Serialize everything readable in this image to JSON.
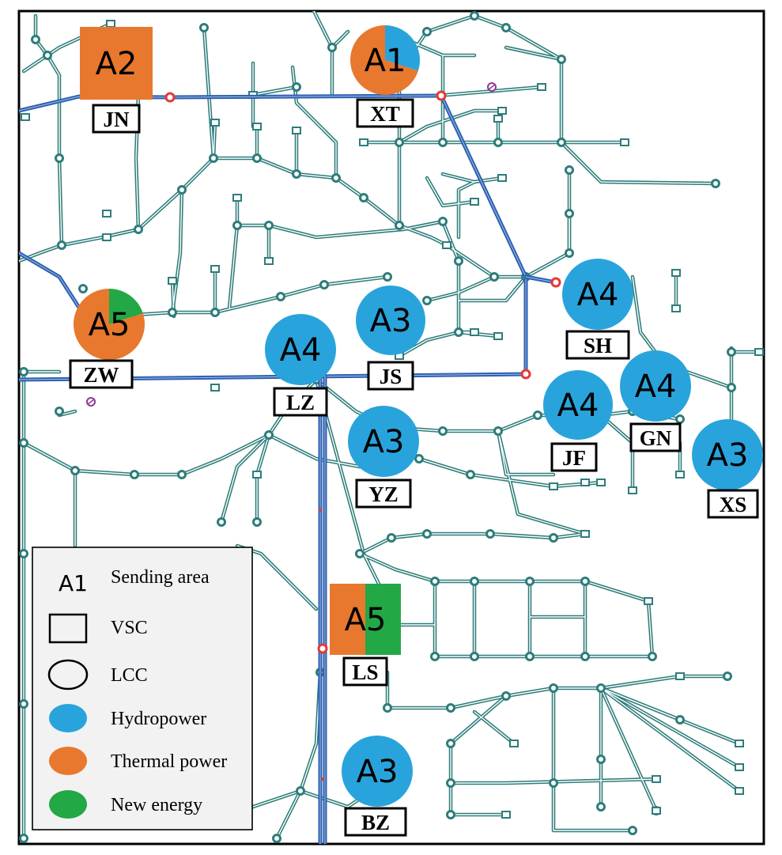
{
  "colors": {
    "hydropower": "#29a3dc",
    "thermal": "#e8782e",
    "new_energy": "#22a845",
    "line": "#2e7d7a",
    "hvdc": "#2e5fb0",
    "converter": "#e53935"
  },
  "stations": [
    {
      "code": "JN",
      "area": "A2",
      "shape": "square",
      "mix": {
        "thermal": 1.0
      }
    },
    {
      "code": "XT",
      "area": "A1",
      "shape": "circle",
      "mix": {
        "hydropower": 0.3,
        "thermal": 0.7
      }
    },
    {
      "code": "ZW",
      "area": "A5",
      "shape": "circle",
      "mix": {
        "new_energy": 0.2,
        "thermal": 0.8
      }
    },
    {
      "code": "LZ",
      "area": "A4",
      "shape": "circle",
      "mix": {
        "hydropower": 1.0
      }
    },
    {
      "code": "JS",
      "area": "A3",
      "shape": "circle",
      "mix": {
        "hydropower": 1.0
      }
    },
    {
      "code": "SH",
      "area": "A4",
      "shape": "circle",
      "mix": {
        "hydropower": 1.0
      }
    },
    {
      "code": "JF",
      "area": "A4",
      "shape": "circle",
      "mix": {
        "hydropower": 1.0
      }
    },
    {
      "code": "GN",
      "area": "A4",
      "shape": "circle",
      "mix": {
        "hydropower": 1.0
      }
    },
    {
      "code": "YZ",
      "area": "A3",
      "shape": "circle",
      "mix": {
        "hydropower": 1.0
      }
    },
    {
      "code": "XS",
      "area": "A3",
      "shape": "circle",
      "mix": {
        "hydropower": 1.0
      }
    },
    {
      "code": "LS",
      "area": "A5",
      "shape": "square",
      "mix": {
        "thermal": 0.5,
        "new_energy": 0.5
      }
    },
    {
      "code": "BZ",
      "area": "A3",
      "shape": "circle",
      "mix": {
        "hydropower": 1.0
      }
    }
  ],
  "legend": {
    "area_example": "A1",
    "area_label": "Sending area",
    "vsc_label": "VSC",
    "lcc_label": "LCC",
    "hydropower_label": "Hydropower",
    "thermal_label": "Thermal power",
    "new_energy_label": "New energy"
  }
}
